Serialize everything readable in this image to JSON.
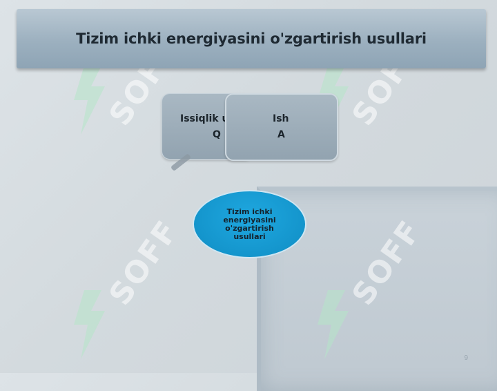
{
  "slide": {
    "title": "Tizim ichki energiyasini o'zgartirish usullari"
  },
  "boxes": {
    "left": {
      "line1": "Issiqlik u",
      "line2": "Q"
    },
    "right": {
      "line1": "Ish",
      "line2": "A"
    }
  },
  "ellipse": {
    "text": "Tizim ichki energiyasini o'zgartirish usullari"
  },
  "watermark": {
    "text": "SOFF"
  },
  "page_number": "9"
}
